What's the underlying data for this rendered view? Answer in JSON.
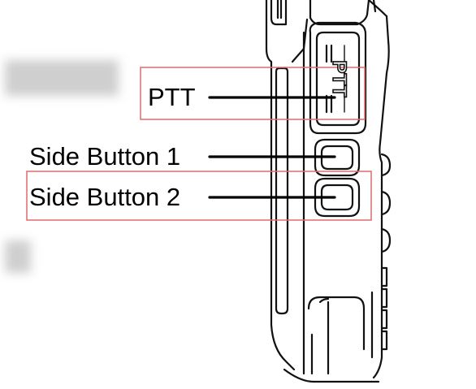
{
  "labels": {
    "ptt": "PTT",
    "side_button_1": "Side Button 1",
    "side_button_2": "Side Button 2"
  },
  "device_text": {
    "ptt_engraving": "PTT"
  },
  "colors": {
    "highlight_box": "#e06a6a",
    "line": "#000000",
    "blur": "#cfcfcf"
  }
}
